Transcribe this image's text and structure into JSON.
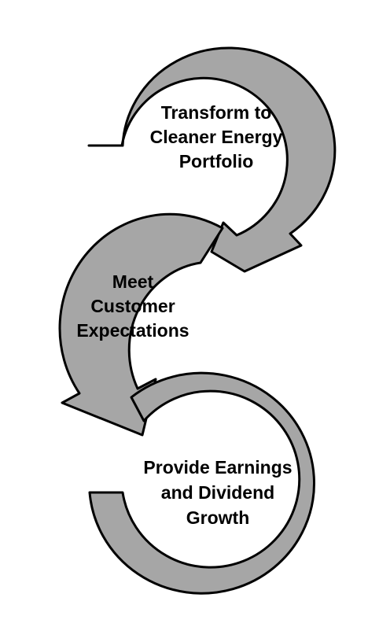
{
  "colors": {
    "arrow_fill": "#a6a6a6",
    "arrow_outline": "#000000",
    "text": "#000000",
    "background": "#ffffff"
  },
  "stages": [
    {
      "lines": [
        "Transform to",
        "Cleaner Energy",
        "Portfolio"
      ]
    },
    {
      "lines": [
        "Meet",
        "Customer",
        "Expectations"
      ]
    },
    {
      "lines": [
        "Provide Earnings",
        "and Dividend",
        "Growth"
      ]
    }
  ]
}
